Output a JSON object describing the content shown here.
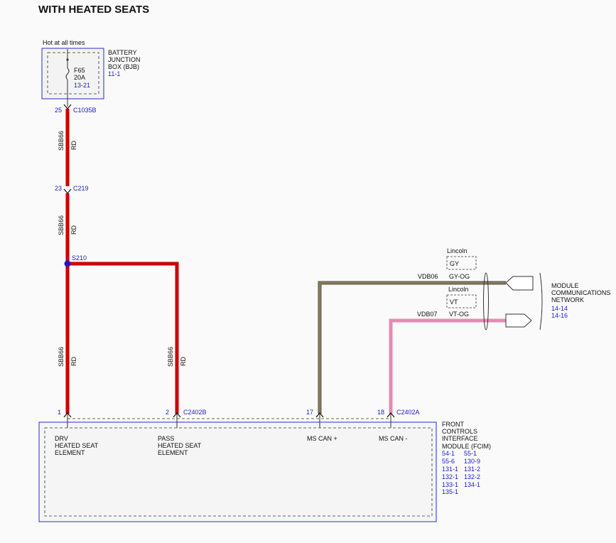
{
  "title": "WITH HEATED SEATS",
  "colors": {
    "red_wire": "#cc0000",
    "gy_og_wire": "#8c7a52",
    "vt_og_wire": "#e58bb5",
    "connector_blue": "#1a1acc",
    "box_border": "#2a2acc"
  },
  "bjb": {
    "hot_label": "Hot at all times",
    "name_lines": [
      "BATTERY",
      "JUNCTION",
      "BOX (BJB)"
    ],
    "ref": "11-1",
    "fuse_name": "F65",
    "fuse_rating": "20A",
    "fuse_ref": "13-21"
  },
  "connectors": {
    "c1035b_pin": "25",
    "c1035b": "C1035B",
    "c219_pin": "23",
    "c219": "C219",
    "splice": "S210",
    "c2402b": "C2402B",
    "c2402a": "C2402A"
  },
  "wires": {
    "seg1_circuit": "SBB66",
    "seg1_color": "RD",
    "seg2_circuit": "SBB66",
    "seg2_color": "RD",
    "seg3_circuit": "SBB66",
    "seg3_color": "RD",
    "seg4_circuit": "SBB66",
    "seg4_color": "RD",
    "vdb06": "VDB06",
    "vdb06_color": "GY-OG",
    "vdb07": "VDB07",
    "vdb07_color": "VT-OG",
    "lincoln1": "Lincoln",
    "lincoln1_color": "GY",
    "lincoln2": "Lincoln",
    "lincoln2_color": "VT"
  },
  "network": {
    "name_lines": [
      "MODULE",
      "COMMUNICATIONS",
      "NETWORK"
    ],
    "refs": [
      "14-14",
      "14-16"
    ]
  },
  "fcim": {
    "name_lines": [
      "FRONT",
      "CONTROLS",
      "INTERFACE",
      "MODULE (FCIM)"
    ],
    "refs_col1": [
      "54-1",
      "55-6",
      "131-1",
      "132-1",
      "133-1",
      "135-1"
    ],
    "refs_col2": [
      "55-1",
      "130-9",
      "131-2",
      "132-2",
      "134-1"
    ],
    "pins": [
      {
        "pin": "1",
        "lines": [
          "DRV",
          "HEATED SEAT",
          "ELEMENT"
        ]
      },
      {
        "pin": "2",
        "lines": [
          "PASS",
          "HEATED SEAT",
          "ELEMENT"
        ]
      },
      {
        "pin": "17",
        "lines": [
          "MS CAN +"
        ]
      },
      {
        "pin": "18",
        "lines": [
          "MS CAN -"
        ]
      }
    ]
  }
}
